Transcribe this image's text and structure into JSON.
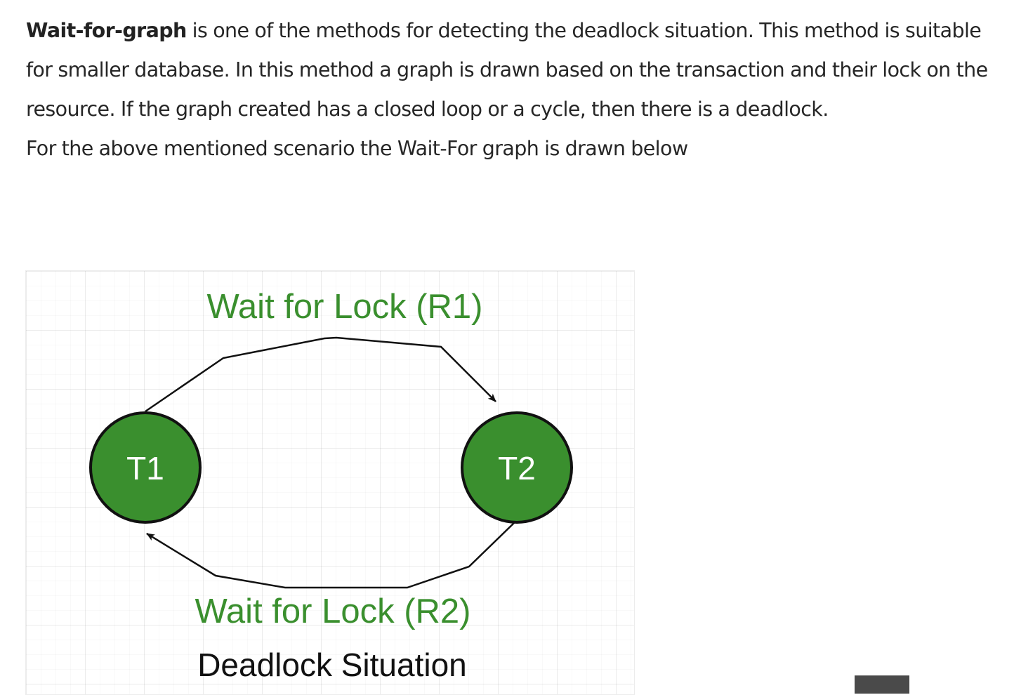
{
  "article": {
    "term": "Wait-for-graph",
    "intro_rest": " is one of the methods for detecting the deadlock situation. This method is suitable for smaller database. In this method a graph is drawn based on the transaction and their lock on the resource. If the graph created has a closed loop or a cycle, then there is a deadlock.",
    "lead_in": "For the above mentioned scenario the Wait-For graph is drawn below"
  },
  "diagram": {
    "nodes": [
      {
        "id": "T1",
        "label": "T1"
      },
      {
        "id": "T2",
        "label": "T2"
      }
    ],
    "edges": [
      {
        "from": "T1",
        "to": "T2",
        "label": "Wait for Lock (R1)"
      },
      {
        "from": "T2",
        "to": "T1",
        "label": "Wait for Lock (R2)"
      }
    ],
    "caption": "Deadlock Situation",
    "colors": {
      "node_fill": "#3a8f2e",
      "label_green": "#3a8f2e",
      "edge": "#111111"
    }
  }
}
